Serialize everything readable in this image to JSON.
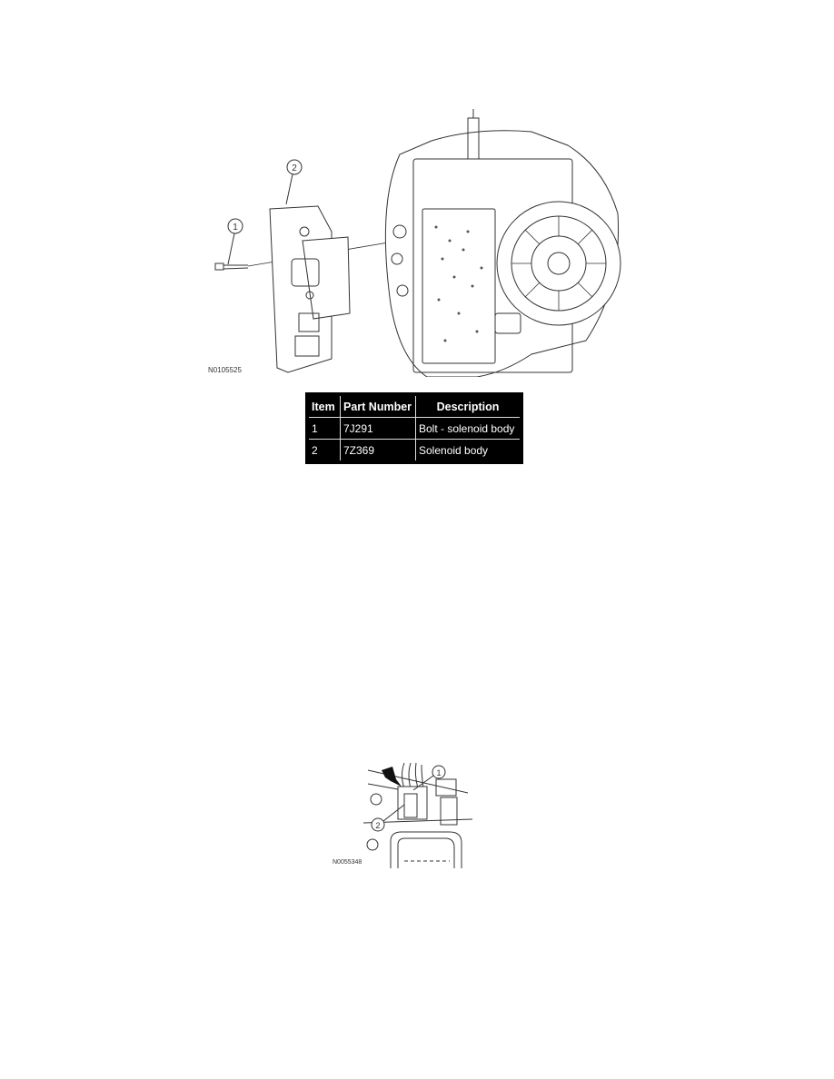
{
  "figure1": {
    "figure_id": "N0105525",
    "callouts": [
      "1",
      "2"
    ]
  },
  "parts_table": {
    "headers": [
      "Item",
      "Part Number",
      "Description"
    ],
    "rows": [
      {
        "item": "1",
        "part_number": "7J291",
        "description": "Bolt - solenoid body"
      },
      {
        "item": "2",
        "part_number": "7Z369",
        "description": "Solenoid body"
      }
    ]
  },
  "figure2": {
    "figure_id": "N0055348",
    "callouts": [
      "1",
      "2"
    ]
  }
}
